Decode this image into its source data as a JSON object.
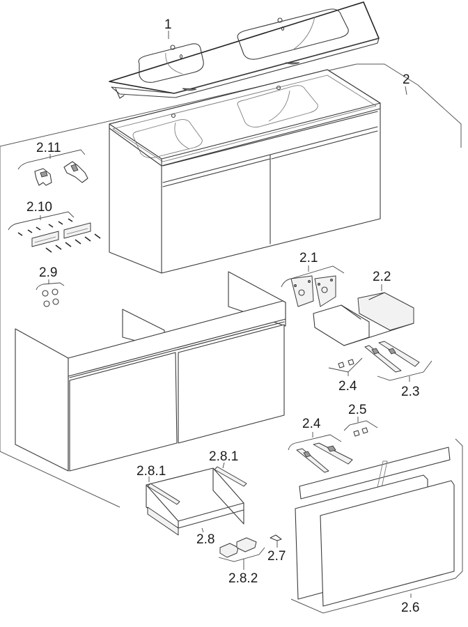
{
  "diagram": {
    "title": "Exploded parts view – double washbasin with vanity unit",
    "colors": {
      "line": "#3a3a3a",
      "background": "#ffffff",
      "label": "#1a1a1a"
    },
    "parts": [
      {
        "id": "1",
        "label": "1",
        "description": "double washbasin"
      },
      {
        "id": "2",
        "label": "2",
        "description": "vanity unit assembly"
      },
      {
        "id": "2.1",
        "label": "2.1",
        "description": "mounting brackets"
      },
      {
        "id": "2.2",
        "label": "2.2",
        "description": "drawer insert"
      },
      {
        "id": "2.3",
        "label": "2.3",
        "description": "drawer runners"
      },
      {
        "id": "2.4a",
        "label": "2.4",
        "description": "pads (upper drawer)"
      },
      {
        "id": "2.4b",
        "label": "2.4",
        "description": "pads (lower drawer)"
      },
      {
        "id": "2.5",
        "label": "2.5",
        "description": "drawer runners"
      },
      {
        "id": "2.6",
        "label": "2.6",
        "description": "front panels"
      },
      {
        "id": "2.7",
        "label": "2.7",
        "description": "clip"
      },
      {
        "id": "2.8",
        "label": "2.8",
        "description": "drawer"
      },
      {
        "id": "2.8.1a",
        "label": "2.8.1",
        "description": "drawer rail left"
      },
      {
        "id": "2.8.1b",
        "label": "2.8.1",
        "description": "drawer rail right"
      },
      {
        "id": "2.8.2",
        "label": "2.8.2",
        "description": "front fixing clips"
      },
      {
        "id": "2.9",
        "label": "2.9",
        "description": "cover caps"
      },
      {
        "id": "2.10",
        "label": "2.10",
        "description": "wall fixing set"
      },
      {
        "id": "2.11",
        "label": "2.11",
        "description": "suspension brackets"
      }
    ]
  }
}
